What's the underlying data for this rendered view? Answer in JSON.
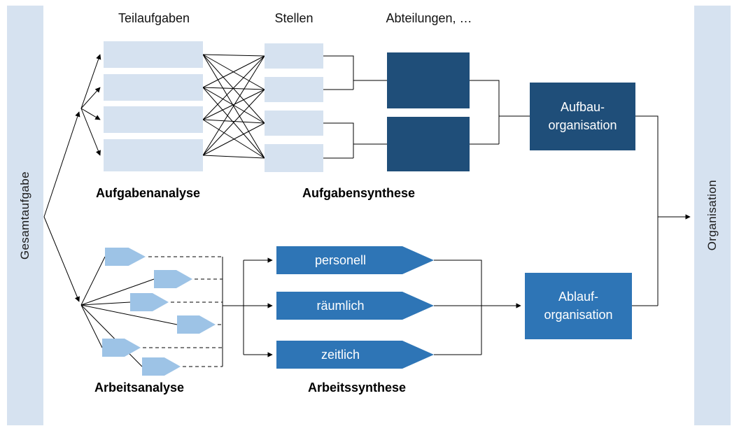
{
  "bars": {
    "left": "Gesamtaufgabe",
    "right": "Organisation"
  },
  "column_headers": {
    "teilaufgaben": "Teilaufgaben",
    "stellen": "Stellen",
    "abteilungen": "Abteilungen, …"
  },
  "section_labels": {
    "aufgabenanalyse": "Aufgabenanalyse",
    "aufgabensynthese": "Aufgabensynthese",
    "arbeitsanalyse": "Arbeitsanalyse",
    "arbeitssynthese": "Arbeitssynthese"
  },
  "process_boxes": {
    "aufbau": {
      "line1": "Aufbau-",
      "line2": "organisation"
    },
    "ablauf": {
      "line1": "Ablauf-",
      "line2": "organisation"
    }
  },
  "banners": {
    "personell": "personell",
    "raeumlich": "räumlich",
    "zeitlich": "zeitlich"
  },
  "colors": {
    "light_blue": "#d6e2f0",
    "arrow_blue": "#9dc3e6",
    "medium_blue": "#2e75b6",
    "dark_blue": "#1f4e79",
    "line": "#000000"
  }
}
